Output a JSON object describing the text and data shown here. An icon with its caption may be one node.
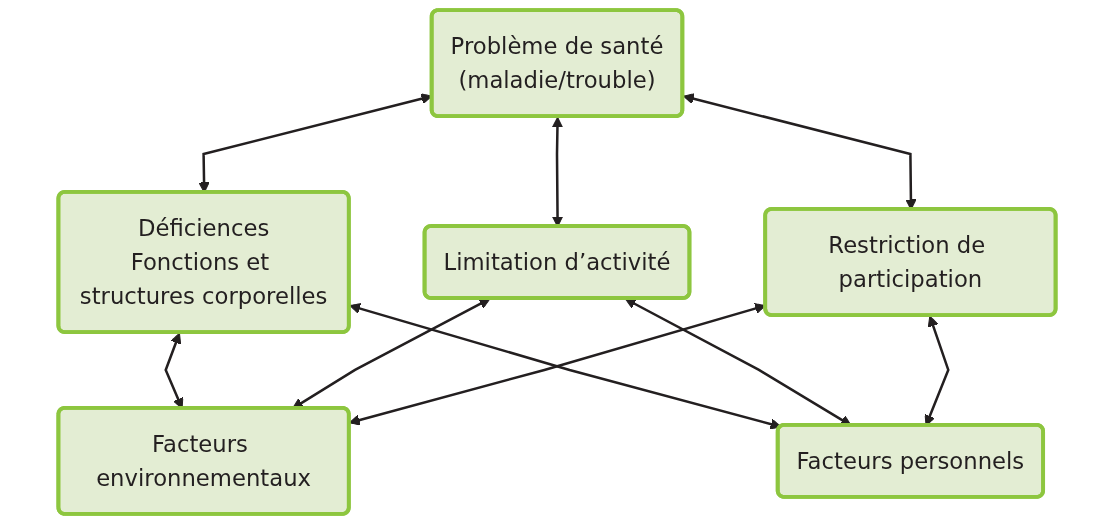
{
  "diagram": {
    "nodes": [
      {
        "text": [
          "Problème de santé",
          "(maladie/trouble)"
        ]
      },
      {
        "text": [
          "Déficiences",
          "Fonctions et structures corporelles"
        ]
      },
      {
        "text": [
          "Limitation d’activité"
        ]
      },
      {
        "text": [
          "Restriction de participation"
        ]
      },
      {
        "text": [
          "Facteurs environnementaux"
        ]
      },
      {
        "text": [
          "Facteurs personnels"
        ]
      }
    ],
    "edges": [
      {
        "from": 0,
        "to": 1,
        "arrow": "both"
      },
      {
        "from": 0,
        "to": 2,
        "arrow": "both"
      },
      {
        "from": 0,
        "to": 3,
        "arrow": "both"
      },
      {
        "from": 1,
        "to": 4,
        "arrow": "both"
      },
      {
        "from": 2,
        "to": 4,
        "arrow": "both"
      },
      {
        "from": 3,
        "to": 4,
        "arrow": "both"
      },
      {
        "from": 1,
        "to": 5,
        "arrow": "both"
      },
      {
        "from": 2,
        "to": 5,
        "arrow": "both"
      },
      {
        "from": 3,
        "to": 5,
        "arrow": "both"
      }
    ]
  }
}
